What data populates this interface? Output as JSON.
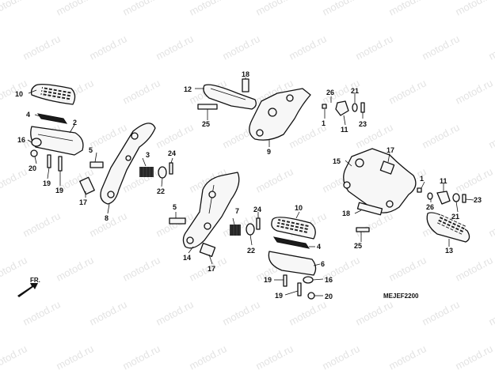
{
  "watermark": {
    "text": "motod.ru"
  },
  "diagram_code": "MEJEF2200",
  "direction_label": "FR.",
  "callouts": {
    "c10a": "10",
    "c4a": "4",
    "c2": "2",
    "c16a": "16",
    "c20a": "20",
    "c19a": "19",
    "c19b": "19",
    "c5a": "5",
    "c17a": "17",
    "c8": "8",
    "c3": "3",
    "c24a": "24",
    "c22a": "22",
    "c12": "12",
    "c18a": "18",
    "c25a": "25",
    "c9": "9",
    "c26a": "26",
    "c21a": "21",
    "c1a": "1",
    "c11a": "11",
    "c23a": "23",
    "c17b": "17",
    "c15": "15",
    "c1b": "1",
    "c11b": "11",
    "c26b": "26",
    "c21b": "21",
    "c23b": "23",
    "c18b": "18",
    "c25b": "25",
    "c13": "13",
    "c5b": "5",
    "c7": "7",
    "c24b": "24",
    "c14": "14",
    "c17c": "17",
    "c22b": "22",
    "c10b": "10",
    "c4b": "4",
    "c6": "6",
    "c19c": "19",
    "c16b": "16",
    "c19d": "19",
    "c20b": "20"
  }
}
